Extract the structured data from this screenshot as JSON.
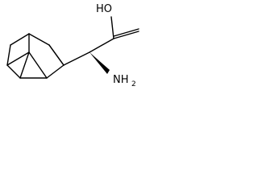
{
  "molecule": {
    "atoms": {
      "hydroxyl": "HO",
      "amino_main": "NH",
      "amino_sub": "2"
    },
    "stereo": "wedge",
    "colors": {
      "bond": "#000000",
      "background": "#ffffff"
    }
  }
}
